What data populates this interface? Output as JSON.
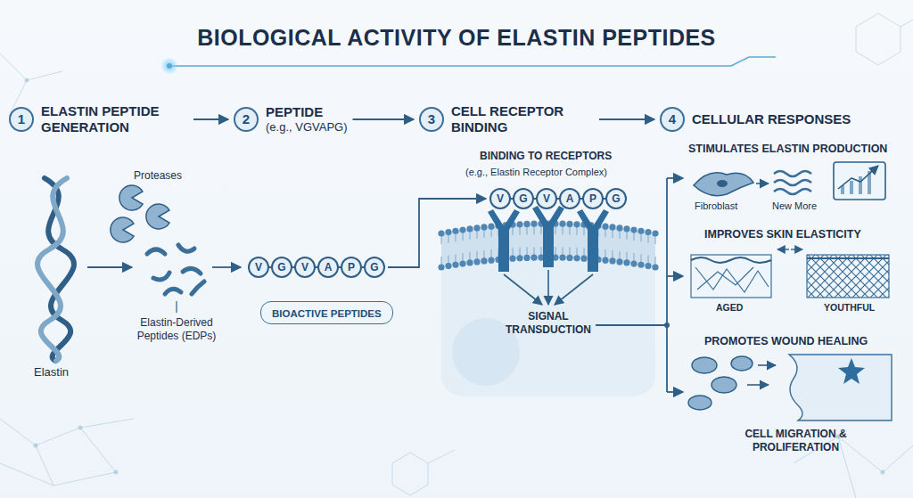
{
  "diagram": {
    "title": "BIOLOGICAL ACTIVITY OF ELASTIN PEPTIDES",
    "nodes": [
      {
        "text": [
          "1",
          "ELASTIN PEPTIDE GENERATION"
        ]
      },
      {
        "text": [
          "2",
          "PEPTIDE",
          "(e.g., VGVAPG)"
        ]
      },
      {
        "text": [
          "3",
          "CELL RECEPTOR BINDING"
        ]
      },
      {
        "text": [
          "4",
          "CELLULAR RESPONSES"
        ]
      },
      {
        "text": [
          "V",
          "G",
          "V",
          "A",
          "P",
          "G"
        ]
      },
      {
        "text": [
          "BIOACTIVE PEPTIDES"
        ]
      },
      {
        "text": [
          "V",
          "G",
          "V",
          "A",
          "P",
          "G"
        ]
      }
    ],
    "edges": [
      {
        "from": 0,
        "to": 1,
        "arrow": "to"
      },
      {
        "from": 1,
        "to": 2,
        "arrow": "to"
      },
      {
        "from": 2,
        "to": 3,
        "arrow": "to"
      },
      {
        "from": 4,
        "to": 6,
        "arrow": "to"
      }
    ],
    "labels": [
      "Proteases",
      "Elastin",
      "Elastin-Derived Peptides (EDPs)",
      "BINDING TO RECEPTORS",
      "(e.g., Elastin Receptor Complex)",
      "SIGNAL TRANSDUCTION",
      "STIMULATES ELASTIN PRODUCTION",
      "Fibroblast",
      "New More",
      "IMPROVES SKIN ELASTICITY",
      "AGED",
      "YOUTHFUL",
      "PROMOTES WOUND HEALING",
      "CELL MIGRATION & PROLIFERATION"
    ]
  }
}
